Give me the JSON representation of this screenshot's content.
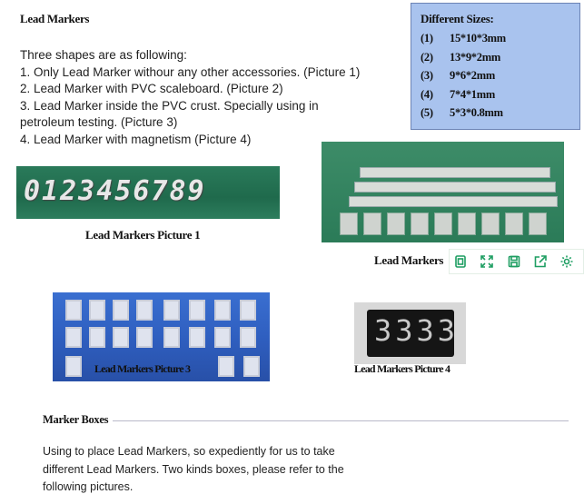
{
  "title": "Lead Markers",
  "intro": {
    "line1": "Three shapes are as following:",
    "line2": "1. Only Lead Marker withour any other accessories. (Picture 1)",
    "line3": "2. Lead Marker with PVC scaleboard. (Picture 2)",
    "line4": "3. Lead Marker inside the PVC crust. Specially using in",
    "line5": "petroleum testing. (Picture 3)",
    "line6": "4. Lead Marker with magnetism (Picture 4)"
  },
  "sizes": {
    "header": "Different Sizes:",
    "items": [
      {
        "num": "(1)",
        "size": "15*10*3mm"
      },
      {
        "num": "(2)",
        "size": "13*9*2mm"
      },
      {
        "num": "(3)",
        "size": "9*6*2mm"
      },
      {
        "num": "(4)",
        "size": "7*4*1mm"
      },
      {
        "num": "(5)",
        "size": "5*3*0.8mm"
      }
    ]
  },
  "pictures": {
    "pic1_digits": "0123456789",
    "pic1_caption": "Lead Markers Picture 1",
    "pic3_caption": "Lead Markers Picture 3",
    "pic4_digits": "3333",
    "pic4_caption": "Lead Markers Picture 4"
  },
  "toolbar_label": "Lead Markers",
  "toolbar_icons": [
    "copy-icon",
    "expand-icon",
    "save-icon",
    "share-icon",
    "settings-icon"
  ],
  "marker_boxes": {
    "title": "Marker Boxes",
    "line1": "Using to place Lead Markers, so expediently for us to take",
    "line2": "different Lead Markers. Two kinds boxes, please refer to the",
    "line3": "following pictures."
  },
  "colors": {
    "sizes_box_bg": "#a9c3ee",
    "toolbar_icon": "#1e9e62"
  }
}
